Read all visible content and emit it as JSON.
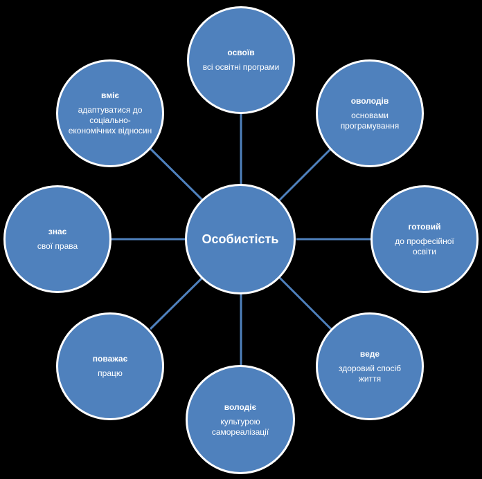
{
  "center": {
    "label": "Особистість"
  },
  "nodes": [
    {
      "id": "top",
      "head": "освоїв",
      "body": "всі освітні програми"
    },
    {
      "id": "top-right",
      "head": "оволодів",
      "body": "основами програмування"
    },
    {
      "id": "right",
      "head": "готовий",
      "body": "до професійної освіти"
    },
    {
      "id": "bottom-right",
      "head": "веде",
      "body": "здоровий спосіб життя"
    },
    {
      "id": "bottom",
      "head": "володіє",
      "body": "культурою самореалізації"
    },
    {
      "id": "bottom-left",
      "head": "поважає",
      "body": "працю"
    },
    {
      "id": "left",
      "head": "знає",
      "body": "свої права"
    },
    {
      "id": "top-left",
      "head": "вміє",
      "body": "адаптуватися до соціально-економічних відносин"
    }
  ],
  "colors": {
    "node_fill": "#4f81bd",
    "node_border": "#ffffff",
    "line": "#4f81bd",
    "background": "#000000"
  }
}
